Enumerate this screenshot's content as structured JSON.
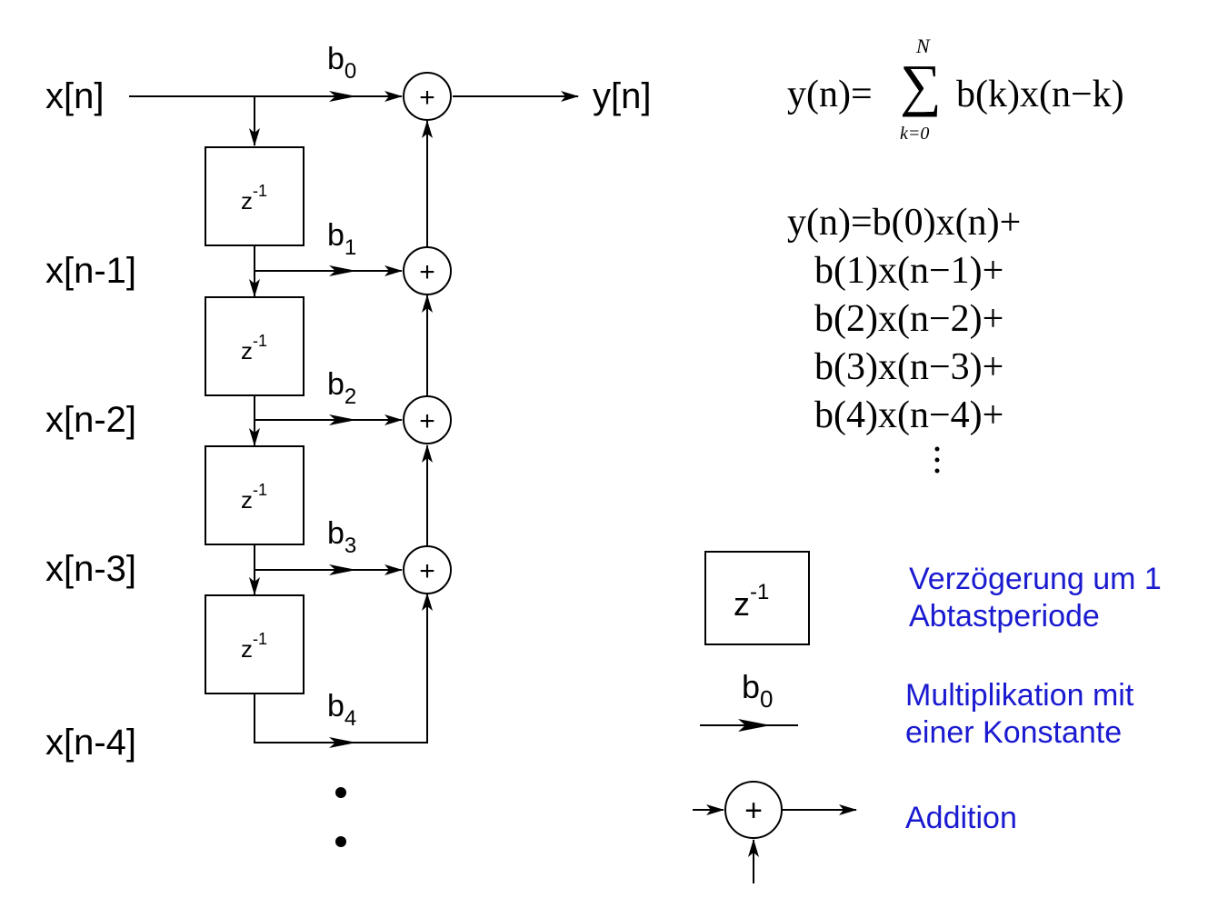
{
  "inputs": {
    "x0": "x[n]",
    "x1": "x[n-1]",
    "x2": "x[n-2]",
    "x3": "x[n-3]",
    "x4": "x[n-4]"
  },
  "output": "y[n]",
  "delay": {
    "base": "z",
    "exp": "-1"
  },
  "coefficients": [
    {
      "base": "b",
      "sub": "0"
    },
    {
      "base": "b",
      "sub": "1"
    },
    {
      "base": "b",
      "sub": "2"
    },
    {
      "base": "b",
      "sub": "3"
    },
    {
      "base": "b",
      "sub": "4"
    }
  ],
  "adder_symbol": "+",
  "equation_sum": {
    "lhs": "y(n)=",
    "upper_limit": "N",
    "lower_limit": "k=0",
    "sigma": "∑",
    "rhs": "b(k)x(n−k)"
  },
  "equation_expanded": [
    "y(n)=b(0)x(n)+",
    "b(1)x(n−1)+",
    "b(2)x(n−2)+",
    "b(3)x(n−3)+",
    "b(4)x(n−4)+"
  ],
  "legend": {
    "delay_line1": "Verzögerung um 1",
    "delay_line2": "Abtastperiode",
    "mult_coef": {
      "base": "b",
      "sub": "0"
    },
    "mult_line1": "Multiplikation mit",
    "mult_line2": "einer Konstante",
    "add_label": "Addition"
  },
  "colors": {
    "legend_text": "#1a1ad0",
    "lines": "#000000"
  }
}
